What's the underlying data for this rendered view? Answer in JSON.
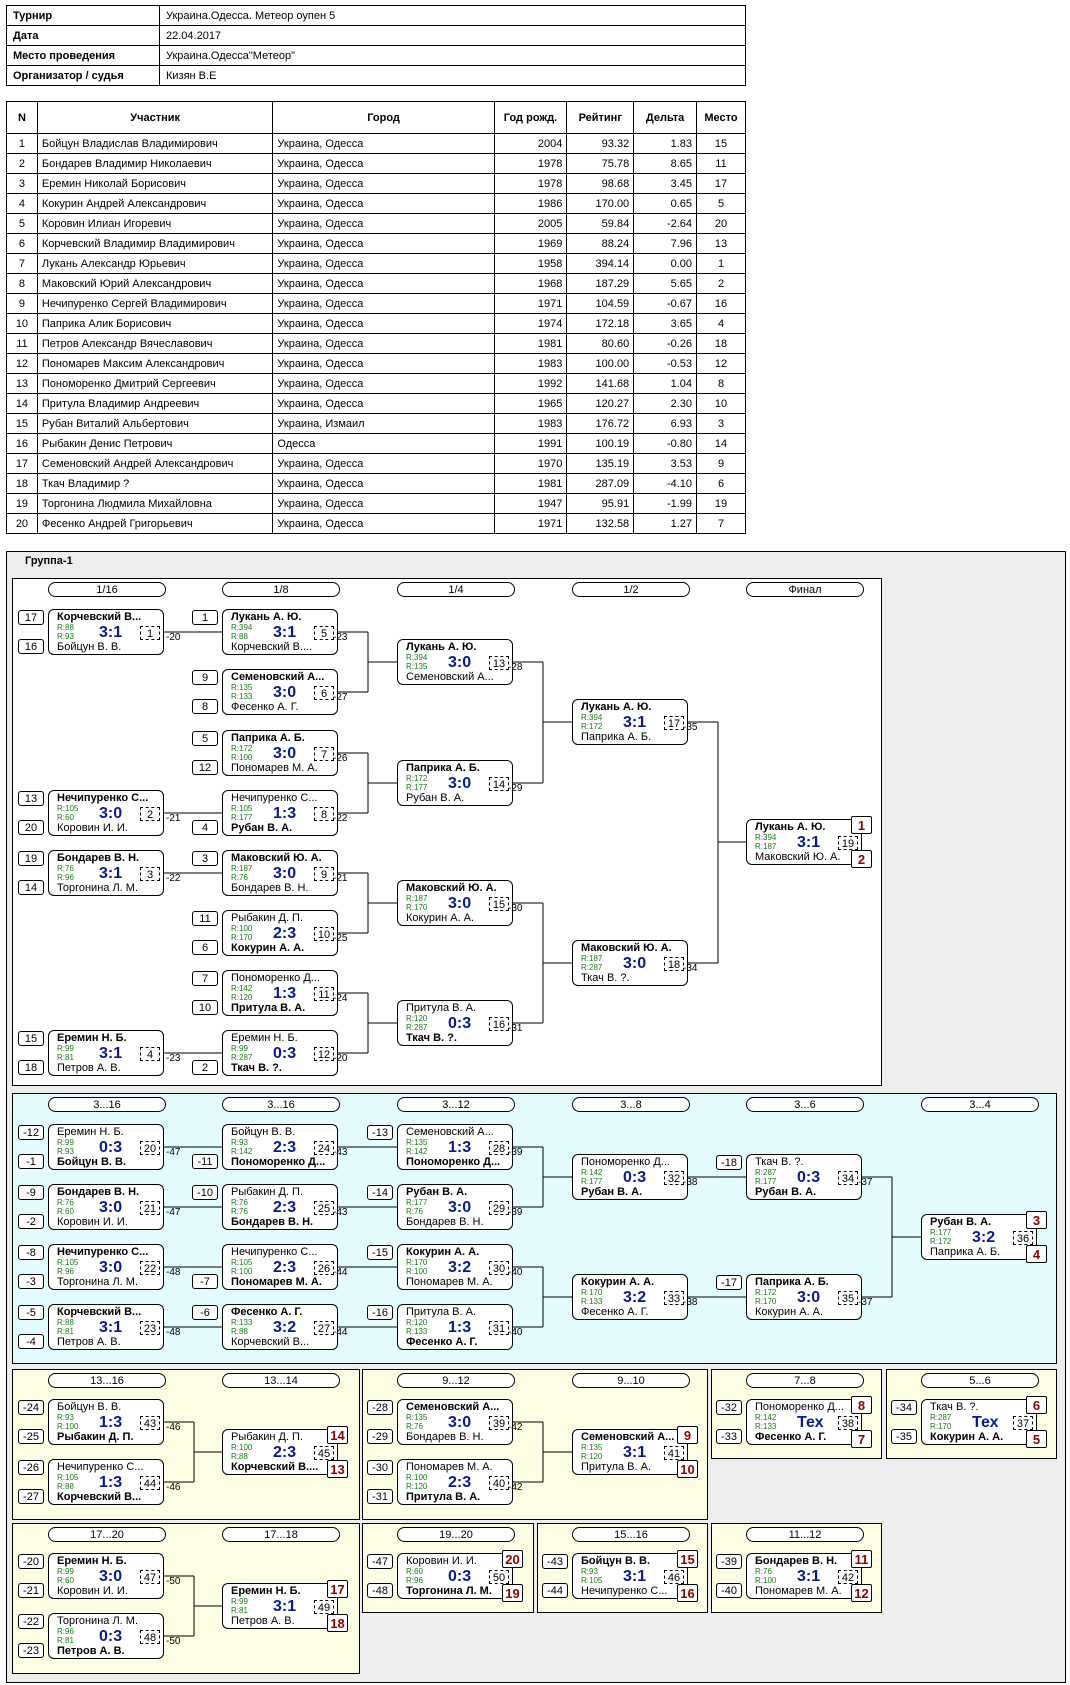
{
  "info": [
    {
      "key": "Турнир",
      "value": "Украина.Одесса. Метеор оупен 5"
    },
    {
      "key": "Дата",
      "value": "22.04.2017"
    },
    {
      "key": "Место проведения",
      "value": "Украина.Одесса\"Метеор\""
    },
    {
      "key": "Организатор / судья",
      "value": "Кизян В.Е"
    }
  ],
  "participants_headers": [
    "N",
    "Участник",
    "Город",
    "Год рожд.",
    "Рейтинг",
    "Дельта",
    "Место"
  ],
  "participants": [
    [
      "1",
      "Бойцун Владислав Владимирович",
      "Украина, Одесса",
      "2004",
      "93.32",
      "1.83",
      "15"
    ],
    [
      "2",
      "Бондарев Владимир Николаевич",
      "Украина, Одесса",
      "1978",
      "75.78",
      "8.65",
      "11"
    ],
    [
      "3",
      "Еремин Николай Борисович",
      "Украина, Одесса",
      "1978",
      "98.68",
      "3.45",
      "17"
    ],
    [
      "4",
      "Кокурин Андрей Александрович",
      "Украина, Одесса",
      "1986",
      "170.00",
      "0.65",
      "5"
    ],
    [
      "5",
      "Коровин Илиан Игоревич",
      "Украина, Одесса",
      "2005",
      "59.84",
      "-2.64",
      "20"
    ],
    [
      "6",
      "Корчевский Владимир Владимирович",
      "Украина, Одесса",
      "1969",
      "88.24",
      "7.96",
      "13"
    ],
    [
      "7",
      "Лукань Александр Юрьевич",
      "Украина, Одесса",
      "1958",
      "394.14",
      "0.00",
      "1"
    ],
    [
      "8",
      "Маковский Юрий Александрович",
      "Украина, Одесса",
      "1968",
      "187.29",
      "5.65",
      "2"
    ],
    [
      "9",
      "Нечипуренко Сергей Владимирович",
      "Украина, Одесса",
      "1971",
      "104.59",
      "-0.67",
      "16"
    ],
    [
      "10",
      "Паприка Алик Борисович",
      "Украина, Одесса",
      "1974",
      "172.18",
      "3.65",
      "4"
    ],
    [
      "11",
      "Петров Александр Вячеславович",
      "Украина, Одесса",
      "1981",
      "80.60",
      "-0.26",
      "18"
    ],
    [
      "12",
      "Пономарев Максим Александрович",
      "Украина, Одесса",
      "1983",
      "100.00",
      "-0.53",
      "12"
    ],
    [
      "13",
      "Пономоренко Дмитрий Сергеевич",
      "Украина, Одесса",
      "1992",
      "141.68",
      "1.04",
      "8"
    ],
    [
      "14",
      "Притула Владимир Андреевич",
      "Украина, Одесса",
      "1965",
      "120.27",
      "2.30",
      "10"
    ],
    [
      "15",
      "Рубан Виталий Альбертович",
      "Украина, Измаил",
      "1983",
      "176.72",
      "6.93",
      "3"
    ],
    [
      "16",
      "Рыбакин Денис Петрович",
      "Одесса",
      "1991",
      "100.19",
      "-0.80",
      "14"
    ],
    [
      "17",
      "Семеновский Андрей Александрович",
      "Украина, Одесса",
      "1970",
      "135.19",
      "3.53",
      "9"
    ],
    [
      "18",
      "Ткач Владимир ?",
      "Украина, Одесса",
      "1981",
      "287.09",
      "-4.10",
      "6"
    ],
    [
      "19",
      "Торгонина Людмила Михайловна",
      "Украина, Одесса",
      "1947",
      "95.91",
      "-1.99",
      "19"
    ],
    [
      "20",
      "Фесенко Андрей Григорьевич",
      "Украина, Одесса",
      "1971",
      "132.58",
      "1.27",
      "7"
    ]
  ],
  "group_title": "Группа-1",
  "colors": {
    "panel_main": "#ffffff",
    "panel_cons": "#e3fbfd",
    "panel_places": "#fdfde3",
    "score": "#0a1a8c",
    "rating": "#1a7a1a",
    "place": "#8b0000",
    "group_bg": "#ededed"
  },
  "round_labels": {
    "main": [
      "1/16",
      "1/8",
      "1/4",
      "1/2",
      "Финал"
    ],
    "cons": [
      "3...16",
      "3...16",
      "3...12",
      "3...8",
      "3...6",
      "3...4"
    ],
    "p13_16": [
      "13...16",
      "13...14"
    ],
    "p9_12": [
      "9...12",
      "9...10"
    ],
    "p7_8": [
      "7...8"
    ],
    "p5_6": [
      "5...6"
    ],
    "p17_20": [
      "17...20",
      "17...18"
    ],
    "p19_20": [
      "19...20"
    ],
    "p15_16": [
      "15...16"
    ],
    "p11_12": [
      "11...12"
    ]
  },
  "matches": [
    {
      "t": "Корчевский В...",
      "bt": true,
      "rt": "R:88",
      "b": "Бойцун В. В.",
      "bb": false,
      "rb": "R:93",
      "s": "3:1",
      "m": "1",
      "sl": [
        "17",
        "16"
      ]
    },
    {
      "t": "Лукань А. Ю.",
      "bt": true,
      "rt": "R:394",
      "b": "Корчевский В....",
      "bb": false,
      "rb": "R:88",
      "s": "3:1",
      "m": "5",
      "sl": [
        "1",
        ""
      ]
    },
    {
      "t": "Семеновский А...",
      "bt": true,
      "rt": "R:135",
      "b": "Фесенко А. Г.",
      "bb": false,
      "rb": "R:133",
      "s": "3:0",
      "m": "6",
      "sl": [
        "9",
        "8"
      ]
    },
    {
      "t": "Паприка А. Б.",
      "bt": true,
      "rt": "R:172",
      "b": "Пономарев М. А.",
      "bb": false,
      "rb": "R:100",
      "s": "3:0",
      "m": "7",
      "sl": [
        "5",
        "12"
      ]
    },
    {
      "t": "Нечипуренко С...",
      "bt": true,
      "rt": "R:105",
      "b": "Коровин И. И.",
      "bb": false,
      "rb": "R:60",
      "s": "3:0",
      "m": "2",
      "sl": [
        "13",
        "20"
      ]
    },
    {
      "t": "Нечипуренко С...",
      "bt": false,
      "rt": "R:105",
      "b": "Рубан В. А.",
      "bb": true,
      "rb": "R:177",
      "s": "1:3",
      "m": "8",
      "sl": [
        "",
        "4"
      ]
    },
    {
      "t": "Бондарев В. Н.",
      "bt": true,
      "rt": "R:76",
      "b": "Торгонина Л. М.",
      "bb": false,
      "rb": "R:96",
      "s": "3:1",
      "m": "3",
      "sl": [
        "19",
        "14"
      ]
    },
    {
      "t": "Маковский Ю. А.",
      "bt": true,
      "rt": "R:187",
      "b": "Бондарев В. Н.",
      "bb": false,
      "rb": "R:76",
      "s": "3:0",
      "m": "9",
      "sl": [
        "3",
        ""
      ]
    },
    {
      "t": "Рыбакин Д. П.",
      "bt": false,
      "rt": "R:100",
      "b": "Кокурин А. А.",
      "bb": true,
      "rb": "R:170",
      "s": "2:3",
      "m": "10",
      "sl": [
        "11",
        "6"
      ]
    },
    {
      "t": "Пономоренко Д...",
      "bt": false,
      "rt": "R:142",
      "b": "Притула В. А.",
      "bb": true,
      "rb": "R:120",
      "s": "1:3",
      "m": "11",
      "sl": [
        "7",
        "10"
      ]
    },
    {
      "t": "Еремин Н. Б.",
      "bt": true,
      "rt": "R:99",
      "b": "Петров А. В.",
      "bb": false,
      "rb": "R:81",
      "s": "3:1",
      "m": "4",
      "sl": [
        "15",
        "18"
      ]
    },
    {
      "t": "Еремин Н. Б.",
      "bt": false,
      "rt": "R:99",
      "b": "Ткач В. ?.",
      "bb": true,
      "rb": "R:287",
      "s": "0:3",
      "m": "12",
      "sl": [
        "",
        "2"
      ]
    },
    {
      "t": "Лукань А. Ю.",
      "bt": true,
      "rt": "R:394",
      "b": "Семеновский А...",
      "bb": false,
      "rb": "R:135",
      "s": "3:0",
      "m": "13"
    },
    {
      "t": "Паприка А. Б.",
      "bt": true,
      "rt": "R:172",
      "b": "Рубан В. А.",
      "bb": false,
      "rb": "R:177",
      "s": "3:0",
      "m": "14"
    },
    {
      "t": "Маковский Ю. А.",
      "bt": true,
      "rt": "R:187",
      "b": "Кокурин А. А.",
      "bb": false,
      "rb": "R:170",
      "s": "3:0",
      "m": "15"
    },
    {
      "t": "Притула В. А.",
      "bt": false,
      "rt": "R:120",
      "b": "Ткач В. ?.",
      "bb": true,
      "rb": "R:287",
      "s": "0:3",
      "m": "16"
    },
    {
      "t": "Лукань А. Ю.",
      "bt": true,
      "rt": "R:394",
      "b": "Паприка А. Б.",
      "bb": false,
      "rb": "R:172",
      "s": "3:1",
      "m": "17"
    },
    {
      "t": "Маковский Ю. А.",
      "bt": true,
      "rt": "R:187",
      "b": "Ткач В. ?.",
      "bb": false,
      "rb": "R:287",
      "s": "3:0",
      "m": "18"
    },
    {
      "t": "Лукань А. Ю.",
      "bt": true,
      "rt": "R:394",
      "b": "Маковский Ю. А.",
      "bb": false,
      "rb": "R:187",
      "s": "3:1",
      "m": "19",
      "pt": "1",
      "pb": "2"
    },
    {
      "t": "Еремин Н. Б.",
      "bt": false,
      "rt": "R:99",
      "b": "Бойцун В. В.",
      "bb": true,
      "rb": "R:93",
      "s": "0:3",
      "m": "20",
      "sl": [
        "-12",
        "-1"
      ]
    },
    {
      "t": "Бондарев В. Н.",
      "bt": true,
      "rt": "R:76",
      "b": "Коровин И. И.",
      "bb": false,
      "rb": "R:60",
      "s": "3:0",
      "m": "21",
      "sl": [
        "-9",
        "-2"
      ]
    },
    {
      "t": "Нечипуренко С...",
      "bt": true,
      "rt": "R:105",
      "b": "Торгонина Л. М.",
      "bb": false,
      "rb": "R:96",
      "s": "3:0",
      "m": "22",
      "sl": [
        "-8",
        "-3"
      ]
    },
    {
      "t": "Корчевский В...",
      "bt": true,
      "rt": "R:88",
      "b": "Петров А. В.",
      "bb": false,
      "rb": "R:81",
      "s": "3:1",
      "m": "23",
      "sl": [
        "-5",
        "-4"
      ]
    },
    {
      "t": "Бойцун В. В.",
      "bt": false,
      "rt": "R:93",
      "b": "Пономоренко Д...",
      "bb": true,
      "rb": "R:142",
      "s": "2:3",
      "m": "24",
      "sl": [
        "",
        "-11"
      ]
    },
    {
      "t": "Рыбакин Д. П.",
      "bt": false,
      "rt": "R:76",
      "b": "Бондарев В. Н.",
      "bb": true,
      "rb": "R:76",
      "s": "2:3",
      "m": "25",
      "sl": [
        "-10",
        ""
      ]
    },
    {
      "t": "Нечипуренко С...",
      "bt": false,
      "rt": "R:105",
      "b": "Пономарев М. А.",
      "bb": true,
      "rb": "R:100",
      "s": "2:3",
      "m": "26",
      "sl": [
        "",
        "-7"
      ]
    },
    {
      "t": "Фесенко А. Г.",
      "bt": true,
      "rt": "R:133",
      "b": "Корчевский В...",
      "bb": false,
      "rb": "R:88",
      "s": "3:2",
      "m": "27",
      "sl": [
        "-6",
        ""
      ]
    },
    {
      "t": "Семеновский А...",
      "bt": false,
      "rt": "R:135",
      "b": "Пономоренко Д...",
      "bb": true,
      "rb": "R:142",
      "s": "1:3",
      "m": "28",
      "sl": [
        "-13",
        ""
      ]
    },
    {
      "t": "Рубан В. А.",
      "bt": true,
      "rt": "R:177",
      "b": "Бондарев В. Н.",
      "bb": false,
      "rb": "R:76",
      "s": "3:0",
      "m": "29",
      "sl": [
        "-14",
        ""
      ]
    },
    {
      "t": "Кокурин А. А.",
      "bt": true,
      "rt": "R:170",
      "b": "Пономарев М. А.",
      "bb": false,
      "rb": "R:100",
      "s": "3:2",
      "m": "30",
      "sl": [
        "-15",
        ""
      ]
    },
    {
      "t": "Притула В. А.",
      "bt": false,
      "rt": "R:120",
      "b": "Фесенко А. Г.",
      "bb": true,
      "rb": "R:133",
      "s": "1:3",
      "m": "31",
      "sl": [
        "-16",
        ""
      ]
    },
    {
      "t": "Пономоренко Д...",
      "bt": false,
      "rt": "R:142",
      "b": "Рубан В. А.",
      "bb": true,
      "rb": "R:177",
      "s": "0:3",
      "m": "32"
    },
    {
      "t": "Кокурин А. А.",
      "bt": true,
      "rt": "R:170",
      "b": "Фесенко А. Г.",
      "bb": false,
      "rb": "R:133",
      "s": "3:2",
      "m": "33"
    },
    {
      "t": "Ткач В. ?.",
      "bt": false,
      "rt": "R:287",
      "b": "Рубан В. А.",
      "bb": true,
      "rb": "R:177",
      "s": "0:3",
      "m": "34",
      "sl": [
        "-18",
        ""
      ]
    },
    {
      "t": "Паприка А. Б.",
      "bt": true,
      "rt": "R:172",
      "b": "Кокурин А. А.",
      "bb": false,
      "rb": "R:170",
      "s": "3:0",
      "m": "35",
      "sl": [
        "-17",
        ""
      ]
    },
    {
      "t": "Рубан В. А.",
      "bt": true,
      "rt": "R:177",
      "b": "Паприка А. Б.",
      "bb": false,
      "rb": "R:172",
      "s": "3:2",
      "m": "36",
      "pt": "3",
      "pb": "4"
    },
    {
      "t": "Пономоренко Д...",
      "bt": false,
      "rt": "R:142",
      "b": "Фесенко А. Г.",
      "bb": true,
      "rb": "R:133",
      "s": "Тех",
      "m": "38",
      "sl": [
        "-32",
        "-33"
      ],
      "pt": "8",
      "pb": "7"
    },
    {
      "t": "Ткач В. ?.",
      "bt": false,
      "rt": "R:287",
      "b": "Кокурин А. А.",
      "bb": true,
      "rb": "R:170",
      "s": "Тех",
      "m": "37",
      "sl": [
        "-34",
        "-35"
      ],
      "pt": "6",
      "pb": "5"
    },
    {
      "t": "Бойцун В. В.",
      "bt": false,
      "rt": "R:93",
      "b": "Рыбакин Д. П.",
      "bb": true,
      "rb": "R:100",
      "s": "1:3",
      "m": "43",
      "sl": [
        "-24",
        "-25"
      ]
    },
    {
      "t": "Нечипуренко С...",
      "bt": false,
      "rt": "R:105",
      "b": "Корчевский В...",
      "bb": true,
      "rb": "R:88",
      "s": "1:3",
      "m": "44",
      "sl": [
        "-26",
        "-27"
      ]
    },
    {
      "t": "Рыбакин Д. П.",
      "bt": false,
      "rt": "R:100",
      "b": "Корчевский В....",
      "bb": true,
      "rb": "R:88",
      "s": "2:3",
      "m": "45",
      "pt": "14",
      "pb": "13"
    },
    {
      "t": "Семеновский А...",
      "bt": true,
      "rt": "R:135",
      "b": "Бондарев В. Н.",
      "bb": false,
      "rb": "R:76",
      "s": "3:0",
      "m": "39",
      "sl": [
        "-28",
        "-29"
      ]
    },
    {
      "t": "Пономарев М. А.",
      "bt": false,
      "rt": "R:100",
      "b": "Притула В. А.",
      "bb": true,
      "rb": "R:120",
      "s": "2:3",
      "m": "40",
      "sl": [
        "-30",
        "-31"
      ]
    },
    {
      "t": "Семеновский А...",
      "bt": true,
      "rt": "R:135",
      "b": "Притула В. А.",
      "bb": false,
      "rb": "R:120",
      "s": "3:1",
      "m": "41",
      "pt": "9",
      "pb": "10"
    },
    {
      "t": "Еремин Н. Б.",
      "bt": true,
      "rt": "R:99",
      "b": "Коровин И. И.",
      "bb": false,
      "rb": "R:60",
      "s": "3:0",
      "m": "47",
      "sl": [
        "-20",
        "-21"
      ]
    },
    {
      "t": "Торгонина Л. М.",
      "bt": false,
      "rt": "R:96",
      "b": "Петров А. В.",
      "bb": true,
      "rb": "R:81",
      "s": "0:3",
      "m": "48",
      "sl": [
        "-22",
        "-23"
      ]
    },
    {
      "t": "Еремин Н. Б.",
      "bt": true,
      "rt": "R:99",
      "b": "Петров А. В.",
      "bb": false,
      "rb": "R:81",
      "s": "3:1",
      "m": "49",
      "pt": "17",
      "pb": "18"
    },
    {
      "t": "Коровин И. И.",
      "bt": false,
      "rt": "R:60",
      "b": "Торгонина Л. М.",
      "bb": true,
      "rb": "R:96",
      "s": "0:3",
      "m": "50",
      "sl": [
        "-47",
        "-48"
      ],
      "pt": "20",
      "pb": "19"
    },
    {
      "t": "Бойцун В. В.",
      "bt": true,
      "rt": "R:93",
      "b": "Нечипуренко С...",
      "bb": false,
      "rb": "R:105",
      "s": "3:1",
      "m": "46",
      "sl": [
        "-43",
        "-44"
      ],
      "pt": "15",
      "pb": "16"
    },
    {
      "t": "Бондарев В. Н.",
      "bt": true,
      "rt": "R:76",
      "b": "Пономарев М. А.",
      "bb": false,
      "rb": "R:100",
      "s": "3:1",
      "m": "42",
      "sl": [
        "-39",
        "-40"
      ],
      "pt": "11",
      "pb": "12"
    }
  ],
  "loser_refs": [
    "-20",
    "-23",
    "-27",
    "-26",
    "-21",
    "-22",
    "-22",
    "-21",
    "-25",
    "-24",
    "-23",
    "-20",
    "-28",
    "-29",
    "-30",
    "-31",
    "-35",
    "-34",
    "-47",
    "-47",
    "-48",
    "-48",
    "-43",
    "-43",
    "-44",
    "-44",
    "-39",
    "-39",
    "-40",
    "-40",
    "-38",
    "-38",
    "-37",
    "-37",
    "-46",
    "-46",
    "-42",
    "-42",
    "-50",
    "-50"
  ]
}
